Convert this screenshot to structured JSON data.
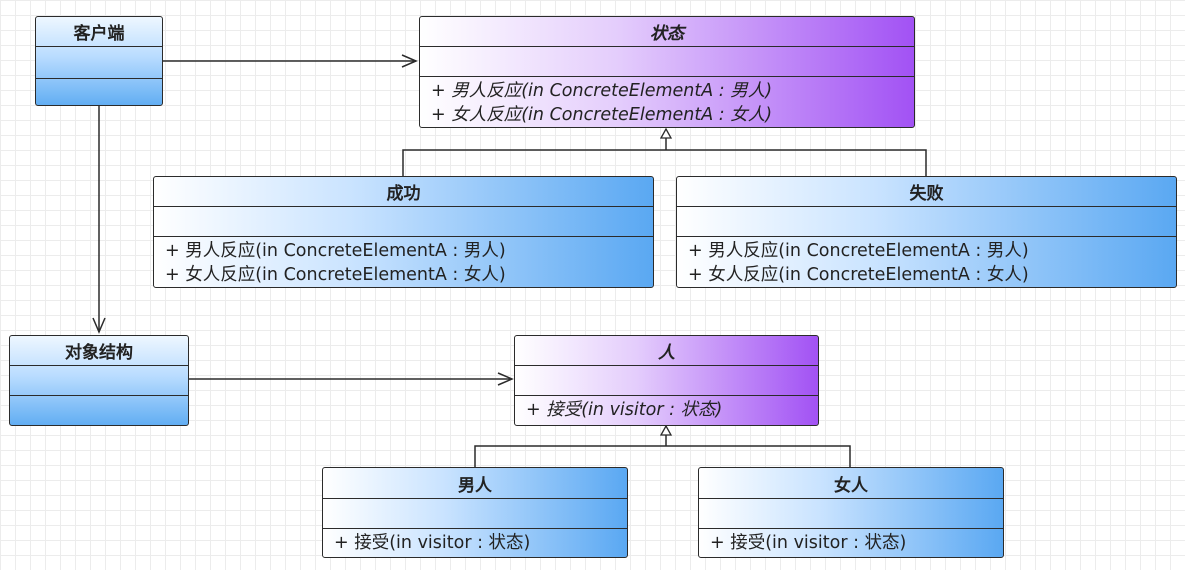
{
  "classes": {
    "client": {
      "name": "客户端"
    },
    "state": {
      "name": "状态",
      "operations": [
        "+ 男人反应(in ConcreteElementA : 男人)",
        "+ 女人反应(in ConcreteElementA : 女人)"
      ]
    },
    "success": {
      "name": "成功",
      "operations": [
        "+ 男人反应(in ConcreteElementA : 男人)",
        "+ 女人反应(in ConcreteElementA : 女人)"
      ]
    },
    "failure": {
      "name": "失败",
      "operations": [
        "+ 男人反应(in ConcreteElementA : 男人)",
        "+ 女人反应(in ConcreteElementA : 女人)"
      ]
    },
    "object_structure": {
      "name": "对象结构"
    },
    "person": {
      "name": "人",
      "operations": [
        "+ 接受(in visitor : 状态)"
      ]
    },
    "man": {
      "name": "男人",
      "operations": [
        "+ 接受(in visitor : 状态)"
      ]
    },
    "woman": {
      "name": "女人",
      "operations": [
        "+ 接受(in visitor : 状态)"
      ]
    }
  },
  "relations": [
    {
      "type": "association",
      "from": "客户端",
      "to": "状态"
    },
    {
      "type": "association",
      "from": "客户端",
      "to": "对象结构"
    },
    {
      "type": "association",
      "from": "对象结构",
      "to": "人"
    },
    {
      "type": "generalization",
      "from": "成功",
      "to": "状态"
    },
    {
      "type": "generalization",
      "from": "失败",
      "to": "状态"
    },
    {
      "type": "generalization",
      "from": "男人",
      "to": "人"
    },
    {
      "type": "generalization",
      "from": "女人",
      "to": "人"
    }
  ]
}
